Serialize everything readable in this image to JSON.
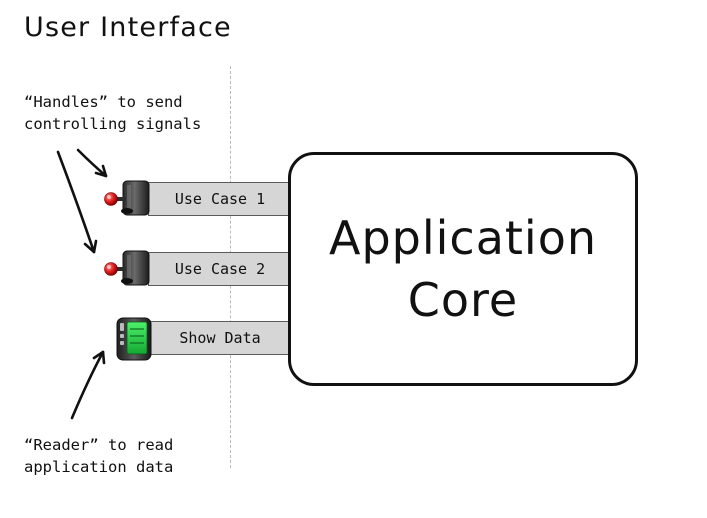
{
  "title": "User Interface",
  "annotations": {
    "handles": [
      "“Handles” to send",
      "controlling signals"
    ],
    "reader": [
      "“Reader” to read",
      "application data"
    ]
  },
  "core": {
    "lines": [
      "Application",
      "Core"
    ]
  },
  "ports": [
    {
      "label": "Use Case 1",
      "device": "joystick-handle-icon"
    },
    {
      "label": "Use Case 2",
      "device": "joystick-handle-icon"
    },
    {
      "label": "Show Data",
      "device": "data-reader-icon"
    }
  ],
  "colors": {
    "ink": "#111111",
    "port_fill": "#d6d6d6",
    "knob_red": "#e02020",
    "reader_screen": "#22cc44",
    "divider": "#b9b9b9"
  }
}
